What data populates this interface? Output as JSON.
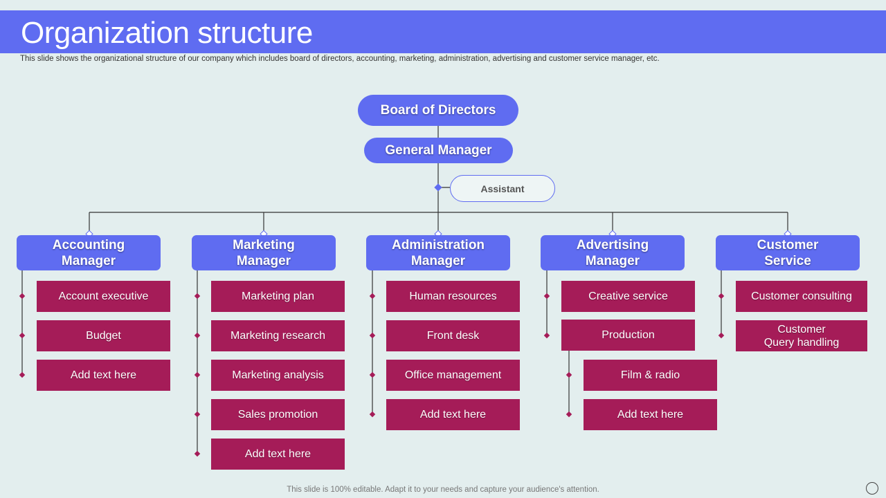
{
  "title": "Organization structure",
  "subtitle": "This slide shows the organizational structure of our company which includes board of directors, accounting, marketing, administration, advertising and customer service manager, etc.",
  "footer": "This slide is 100% editable. Adapt it to your needs and capture your audience's attention.",
  "colors": {
    "header": "#5f6cf1",
    "manager": "#5f6cf1",
    "item": "#a51c58",
    "background": "#e3eeee"
  },
  "top": {
    "board": "Board of Directors",
    "general_manager": "General Manager",
    "assistant": "Assistant"
  },
  "departments": [
    {
      "manager": "Accounting\nManager",
      "items": [
        "Account executive",
        "Budget",
        "Add text here"
      ]
    },
    {
      "manager": "Marketing\nManager",
      "items": [
        "Marketing plan",
        "Marketing research",
        "Marketing analysis",
        "Sales promotion",
        "Add text here"
      ]
    },
    {
      "manager": "Administration\nManager",
      "items": [
        "Human resources",
        "Front desk",
        "Office management",
        "Add text here"
      ]
    },
    {
      "manager": "Advertising\nManager",
      "items": [
        "Creative service",
        "Production"
      ],
      "sub_items": [
        "Film & radio",
        "Add text here"
      ]
    },
    {
      "manager": "Customer\nService",
      "items": [
        "Customer consulting",
        "Customer\nQuery handling"
      ]
    }
  ]
}
